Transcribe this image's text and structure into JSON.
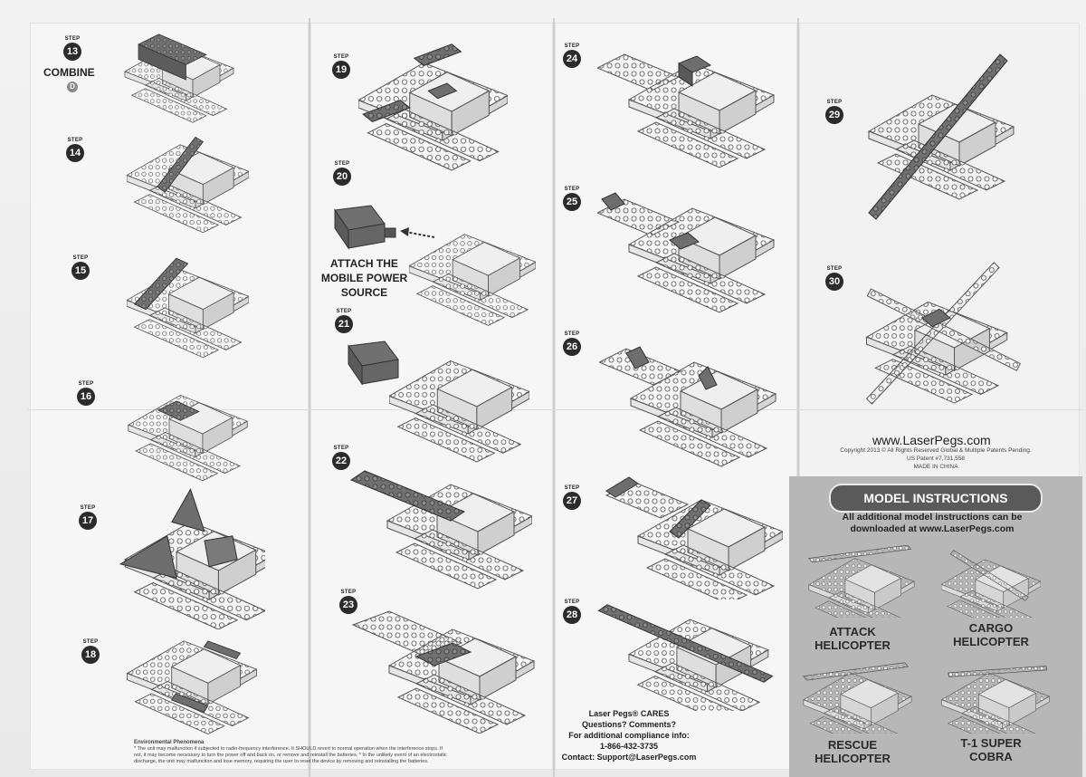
{
  "steps": [
    {
      "number": "13",
      "word": "STEP"
    },
    {
      "number": "14",
      "word": "STEP"
    },
    {
      "number": "15",
      "word": "STEP"
    },
    {
      "number": "16",
      "word": "STEP"
    },
    {
      "number": "17",
      "word": "STEP"
    },
    {
      "number": "18",
      "word": "STEP"
    },
    {
      "number": "19",
      "word": "STEP"
    },
    {
      "number": "20",
      "word": "STEP"
    },
    {
      "number": "21",
      "word": "STEP"
    },
    {
      "number": "22",
      "word": "STEP"
    },
    {
      "number": "23",
      "word": "STEP"
    },
    {
      "number": "24",
      "word": "STEP"
    },
    {
      "number": "25",
      "word": "STEP"
    },
    {
      "number": "26",
      "word": "STEP"
    },
    {
      "number": "27",
      "word": "STEP"
    },
    {
      "number": "28",
      "word": "STEP"
    },
    {
      "number": "29",
      "word": "STEP"
    },
    {
      "number": "30",
      "word": "STEP"
    }
  ],
  "combine": {
    "label": "COMBINE",
    "badge": "D"
  },
  "attach": {
    "line1": "ATTACH THE",
    "line2": "MOBILE POWER",
    "line3": "SOURCE"
  },
  "environmental": {
    "heading": "Environmental Phenomena",
    "line1": "* The unit may malfunction if subjected to radio-frequency interference. It SHOULD revert to normal operation when the interference stops. If",
    "line2": "not, it may become necessary to turn the power off and back on, or remove and reinstall the batteries. * In the unlikely event of an electrostatic",
    "line3": "discharge, the unit may malfunction and lose memory, requiring the user to reset the device by removing and reinstalling the batteries."
  },
  "cares": {
    "line1": "Laser Pegs® CARES",
    "line2": "Questions? Comments?",
    "line3": "For additional compliance info:",
    "phone": "1-866-432-3735",
    "contact": "Contact: Support@LaserPegs.com"
  },
  "branding": {
    "website": "www.LaserPegs.com",
    "copyright": "Copyright 2013 © All Rights Reserved Global & Multiple Patents Pending.",
    "patent": "US Patent #7,731,558",
    "made_in": "MADE IN CHINA"
  },
  "model_instructions": {
    "title": "MODEL INSTRUCTIONS",
    "note_line1": "All additional model instructions can be",
    "note_line2": "downloaded at www.LaserPegs.com",
    "models": [
      {
        "line1": "ATTACK",
        "line2": "HELICOPTER"
      },
      {
        "line1": "CARGO",
        "line2": "HELICOPTER"
      },
      {
        "line1": "RESCUE",
        "line2": "HELICOPTER"
      },
      {
        "line1": "T-1 SUPER",
        "line2": "COBRA"
      }
    ]
  },
  "colors": {
    "dark_brick": "#6e6e6e",
    "light_brick": "#f4f4f4",
    "outline": "#555555",
    "panel_gray": "#b7b7b7"
  }
}
